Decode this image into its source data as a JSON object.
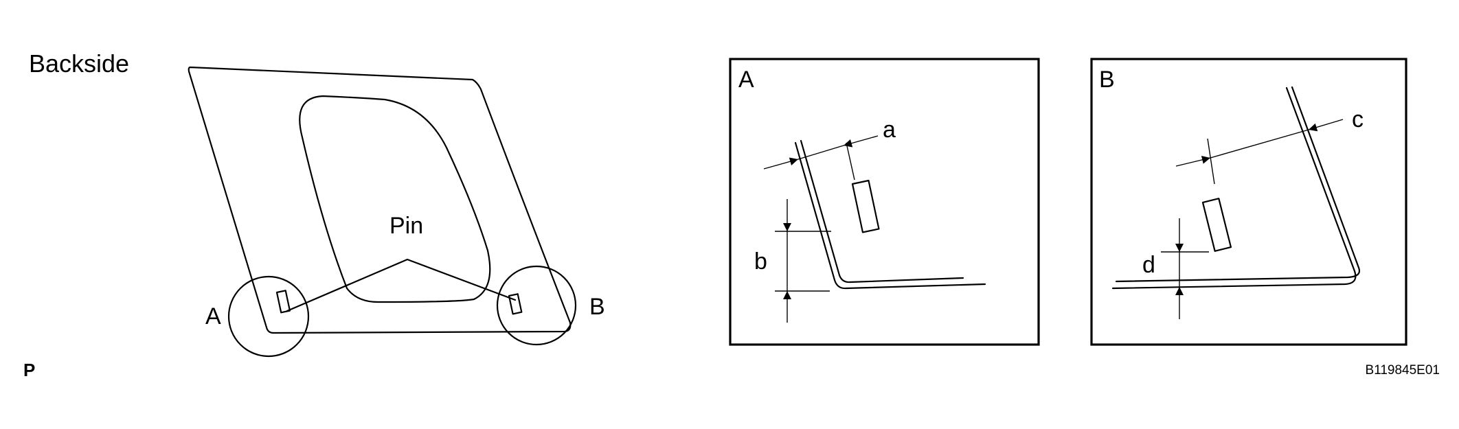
{
  "overview": {
    "backside_label": "Backside",
    "pin_label": "Pin",
    "circle_a_label": "A",
    "circle_b_label": "B"
  },
  "detail_a": {
    "title": "A",
    "dim_a": "a",
    "dim_b": "b"
  },
  "detail_b": {
    "title": "B",
    "dim_c": "c",
    "dim_d": "d"
  },
  "footer": {
    "corner_mark": "P",
    "figure_code": "B119845E01"
  }
}
